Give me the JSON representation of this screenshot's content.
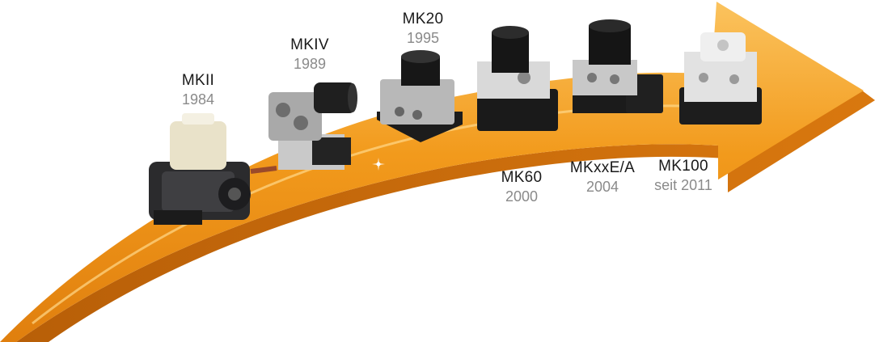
{
  "timeline": {
    "arrow_colors": {
      "light": "#f8b44a",
      "main": "#f29a1c",
      "dark": "#c86a0c",
      "shadow": "#8b4a08"
    },
    "products": [
      {
        "id": "mkii",
        "name": "MKII",
        "year": "1984"
      },
      {
        "id": "mkiv",
        "name": "MKIV",
        "year": "1989"
      },
      {
        "id": "mk20",
        "name": "MK20",
        "year": "1995"
      },
      {
        "id": "mk60",
        "name": "MK60",
        "year": "2000"
      },
      {
        "id": "mkxxea",
        "name": "MKxxE/A",
        "year": "2004"
      },
      {
        "id": "mk100",
        "name": "MK100",
        "year": "seit 2011"
      }
    ]
  }
}
